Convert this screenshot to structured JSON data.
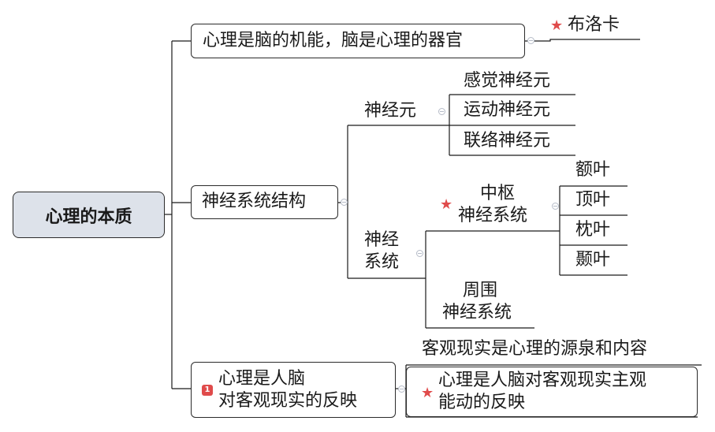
{
  "root": "心理的本质",
  "b1": {
    "label": "心理是脑的机能，脑是心理的器官",
    "child": "布洛卡"
  },
  "b2": {
    "label": "神经系统结构",
    "neuron": {
      "label": "神经元",
      "children": [
        "感觉神经元",
        "运动神经元",
        "联络神经元"
      ]
    },
    "ns": {
      "label_l1": "神经",
      "label_l2": "系统",
      "cns": {
        "l1": "中枢",
        "l2": "神经系统",
        "children": [
          "额叶",
          "顶叶",
          "枕叶",
          "颞叶"
        ]
      },
      "pns": {
        "l1": "周围",
        "l2": "神经系统"
      }
    }
  },
  "b3": {
    "priority": "1",
    "l1": "心理是人脑",
    "l2": "对客观现实的反映",
    "c1": "客观现实是心理的源泉和内容",
    "c2_l1": "心理是人脑对客观现实主观",
    "c2_l2": "能动的反映"
  },
  "icons": {
    "star": "star-icon",
    "priority": "priority-1-icon",
    "collapse": "collapse-icon"
  },
  "colors": {
    "root_fill": "#dde2ea",
    "star": "#e04b4b",
    "line": "#1a1a1a"
  }
}
